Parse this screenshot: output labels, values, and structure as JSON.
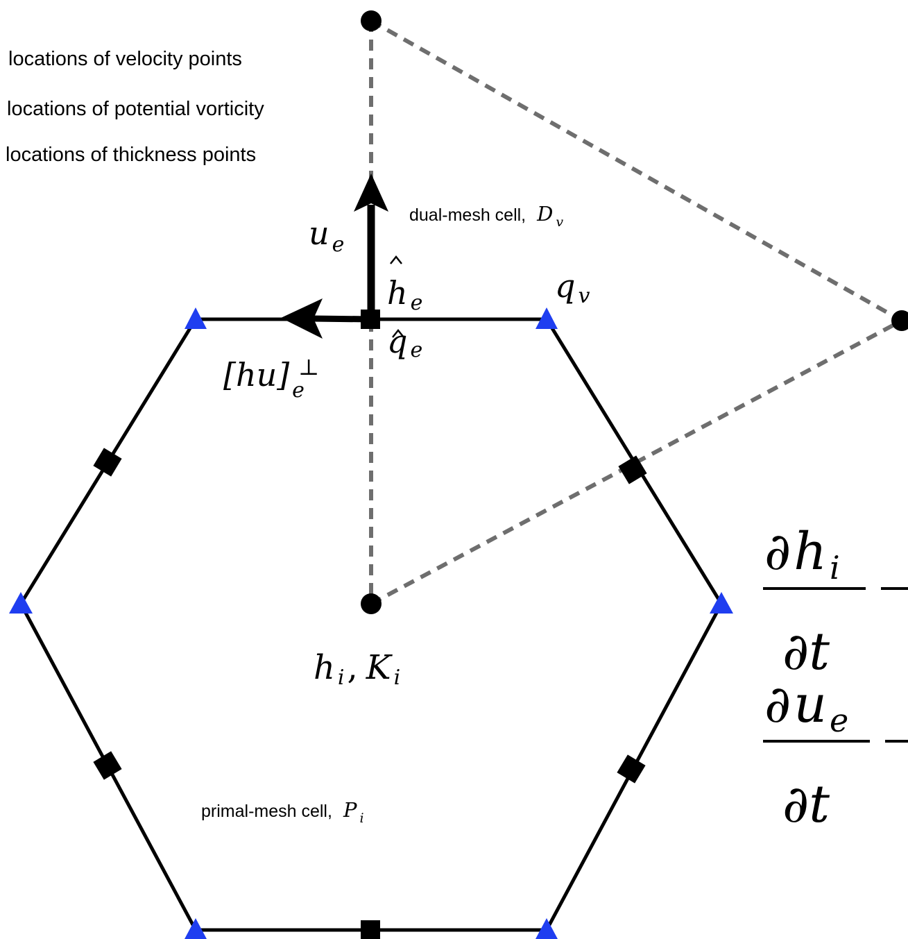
{
  "legend": {
    "velocity": "locations of velocity points",
    "vorticity": "locations of potential vorticity",
    "thickness": "locations of thickness points"
  },
  "labels": {
    "dual_cell_text": "dual-mesh cell,",
    "dual_cell_sym_base": "D",
    "dual_cell_sym_sub": "v",
    "primal_cell_text": "primal-mesh cell,",
    "primal_cell_sym_base": "P",
    "primal_cell_sym_sub": "i",
    "u_e_base": "u",
    "u_e_sub": "e",
    "h_hat_base": "h",
    "h_hat_sub": "e",
    "q_hat_base": "q",
    "q_hat_sub": "e",
    "q_v_base": "q",
    "q_v_sub": "v",
    "hu_perp_body": "[hu]",
    "hu_perp_sub": "e",
    "hu_perp_sup": "⊥",
    "hi_ki": "h",
    "hi_ki_sub1": "i",
    "hi_ki_comma": ",",
    "hi_ki_k": "K",
    "hi_ki_sub2": "i"
  },
  "equations": {
    "eq1_num_partial": "∂",
    "eq1_num_var": "h",
    "eq1_num_sub": "i",
    "eq1_den": "∂t",
    "eq2_num_partial": "∂",
    "eq2_num_var": "u",
    "eq2_num_sub": "e",
    "eq2_den": "∂t"
  },
  "colors": {
    "edge": "#000000",
    "dashed": "#6e6e6e",
    "vorticity_marker": "#1f3ef0",
    "velocity_marker": "#000000",
    "thickness_marker": "#000000"
  },
  "icons": {
    "velocity": "black-square-marker",
    "vorticity": "blue-triangle-marker",
    "thickness": "black-circle-marker"
  }
}
